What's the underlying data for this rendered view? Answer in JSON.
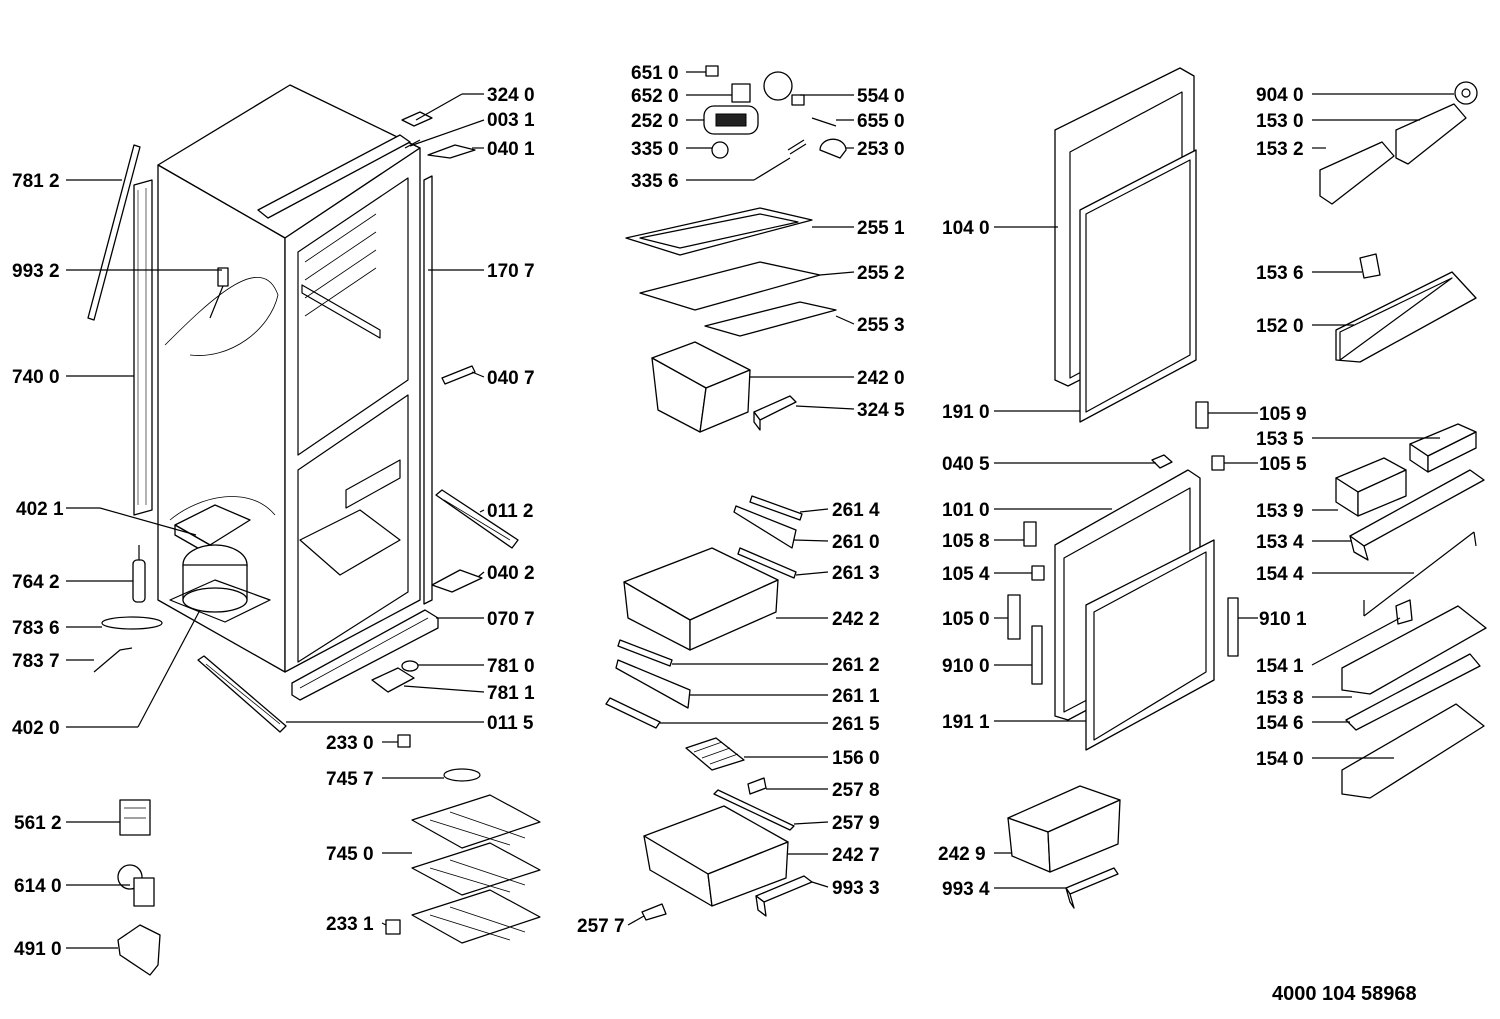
{
  "document_number": "4000 104 58968",
  "callouts": [
    {
      "label": "781 2",
      "part": "strip-781-2"
    },
    {
      "label": "993 2",
      "part": "probe-993-2"
    },
    {
      "label": "740 0",
      "part": "gasket-740-0"
    },
    {
      "label": "402 1",
      "part": "cover-402-1"
    },
    {
      "label": "764 2",
      "part": "capacitor-764-2"
    },
    {
      "label": "783 6",
      "part": "clamp-783-6"
    },
    {
      "label": "783 7",
      "part": "clip-783-7"
    },
    {
      "label": "402 0",
      "part": "compressor-402-0"
    },
    {
      "label": "561 2",
      "part": "relay-561-2"
    },
    {
      "label": "614 0",
      "part": "thermal-protector-614-0"
    },
    {
      "label": "491 0",
      "part": "relay-cover-491-0"
    },
    {
      "label": "324 0",
      "part": "part-324-0"
    },
    {
      "label": "003 1",
      "part": "rail-003-1"
    },
    {
      "label": "040 1",
      "part": "hinge-040-1"
    },
    {
      "label": "170 7",
      "part": "seal-170-7"
    },
    {
      "label": "040 7",
      "part": "cover-040-7"
    },
    {
      "label": "011 2",
      "part": "rail-011-2"
    },
    {
      "label": "040 2",
      "part": "hinge-040-2"
    },
    {
      "label": "070 7",
      "part": "base-cover-070-7"
    },
    {
      "label": "781 0",
      "part": "foot-781-0"
    },
    {
      "label": "781 1",
      "part": "grille-781-1"
    },
    {
      "label": "011 5",
      "part": "rail-011-5"
    },
    {
      "label": "233 0",
      "part": "clip-233-0"
    },
    {
      "label": "745 7",
      "part": "wire-745-7"
    },
    {
      "label": "745 0",
      "part": "rack-745-0"
    },
    {
      "label": "233 1",
      "part": "clip-233-1"
    },
    {
      "label": "651 0",
      "part": "part-651-0"
    },
    {
      "label": "652 0",
      "part": "thermostat-652-0"
    },
    {
      "label": "252 0",
      "part": "lamp-housing-252-0"
    },
    {
      "label": "335 0",
      "part": "knob-335-0"
    },
    {
      "label": "335 6",
      "part": "spring-335-6"
    },
    {
      "label": "554 0",
      "part": "part-554-0"
    },
    {
      "label": "655 0",
      "part": "part-655-0"
    },
    {
      "label": "253 0",
      "part": "cover-253-0"
    },
    {
      "label": "255 1",
      "part": "shelf-255-1"
    },
    {
      "label": "255 2",
      "part": "shelf-255-2"
    },
    {
      "label": "255 3",
      "part": "glass-255-3"
    },
    {
      "label": "242 0",
      "part": "bin-242-0"
    },
    {
      "label": "324 5",
      "part": "front-324-5"
    },
    {
      "label": "261 4",
      "part": "rail-261-4"
    },
    {
      "label": "261 0",
      "part": "rail-261-0"
    },
    {
      "label": "261 3",
      "part": "rail-261-3"
    },
    {
      "label": "242 2",
      "part": "drawer-242-2"
    },
    {
      "label": "261 2",
      "part": "rail-261-2"
    },
    {
      "label": "261 1",
      "part": "rail-261-1"
    },
    {
      "label": "261 5",
      "part": "rail-261-5"
    },
    {
      "label": "156 0",
      "part": "ice-tray-156-0"
    },
    {
      "label": "257 8",
      "part": "part-257-8"
    },
    {
      "label": "257 9",
      "part": "rail-257-9"
    },
    {
      "label": "242 7",
      "part": "drawer-242-7"
    },
    {
      "label": "993 3",
      "part": "front-993-3"
    },
    {
      "label": "257 7",
      "part": "part-257-7"
    },
    {
      "label": "104 0",
      "part": "door-104-0"
    },
    {
      "label": "191 0",
      "part": "gasket-191-0"
    },
    {
      "label": "040 5",
      "part": "part-040-5"
    },
    {
      "label": "101 0",
      "part": "door-101-0"
    },
    {
      "label": "105 8",
      "part": "part-105-8"
    },
    {
      "label": "105 4",
      "part": "part-105-4"
    },
    {
      "label": "105 0",
      "part": "handle-105-0"
    },
    {
      "label": "910 0",
      "part": "part-910-0"
    },
    {
      "label": "191 1",
      "part": "gasket-191-1"
    },
    {
      "label": "242 9",
      "part": "bin-242-9"
    },
    {
      "label": "993 4",
      "part": "front-993-4"
    },
    {
      "label": "904 0",
      "part": "part-904-0"
    },
    {
      "label": "153 0",
      "part": "lid-153-0"
    },
    {
      "label": "153 2",
      "part": "egg-tray-153-2"
    },
    {
      "label": "153 6",
      "part": "part-153-6"
    },
    {
      "label": "152 0",
      "part": "door-shelf-152-0"
    },
    {
      "label": "105 9",
      "part": "part-105-9"
    },
    {
      "label": "153 5",
      "part": "box-153-5"
    },
    {
      "label": "105 5",
      "part": "part-105-5"
    },
    {
      "label": "153 9",
      "part": "box-153-9"
    },
    {
      "label": "153 4",
      "part": "rail-153-4"
    },
    {
      "label": "154 4",
      "part": "rod-154-4"
    },
    {
      "label": "910 1",
      "part": "part-910-1"
    },
    {
      "label": "154 1",
      "part": "part-154-1"
    },
    {
      "label": "153 8",
      "part": "shelf-153-8"
    },
    {
      "label": "154 6",
      "part": "bar-154-6"
    },
    {
      "label": "154 0",
      "part": "shelf-154-0"
    }
  ]
}
